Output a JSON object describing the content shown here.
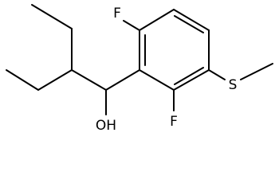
{
  "molecule": {
    "atom_labels": {
      "fluorine_top": "F",
      "fluorine_bottom": "F",
      "sulfur": "S",
      "hydroxyl": "OH"
    },
    "colors": {
      "bond": "#000000",
      "label": "#000000",
      "background": "#ffffff"
    }
  }
}
